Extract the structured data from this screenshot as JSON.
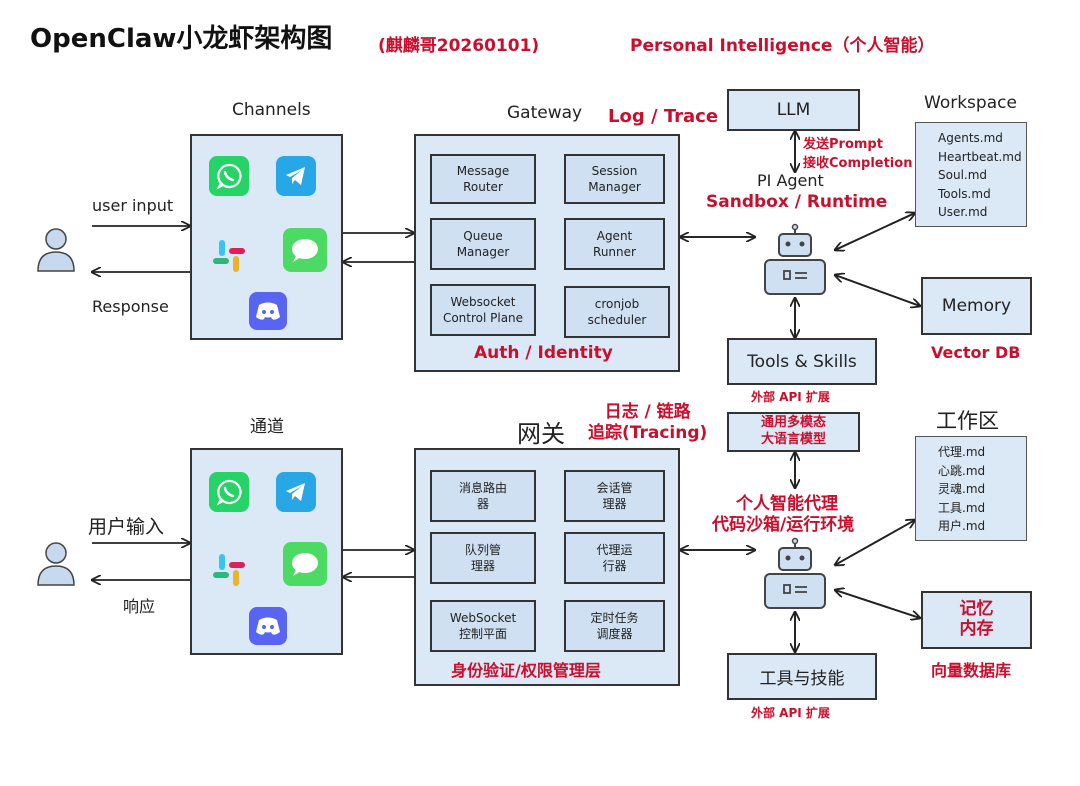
{
  "header": {
    "title": "OpenClaw小龙虾架构图",
    "subtitle": "(麒麟哥20260101)",
    "tagline": "Personal Intelligence（个人智能）"
  },
  "en": {
    "channels_label": "Channels",
    "gateway_label": "Gateway",
    "log_trace": "Log / Trace",
    "user_input": "user input",
    "response": "Response",
    "gw_boxes": [
      "Message\nRouter",
      "Session\nManager",
      "Queue\nManager",
      "Agent\nRunner",
      "Websocket\nControl Plane",
      "cronjob\nscheduler"
    ],
    "auth": "Auth / Identity",
    "llm": "LLM",
    "send_prompt": "发送Prompt",
    "recv_completion": "接收Completion",
    "agent_title": "PI Agent",
    "sandbox": "Sandbox / Runtime",
    "workspace_label": "Workspace",
    "workspace_files": [
      "Agents.md",
      "Heartbeat.md",
      "Soul.md",
      "Tools.md",
      "User.md"
    ],
    "memory": "Memory",
    "vector_db": "Vector DB",
    "tools": "Tools & Skills",
    "ext_api": "外部 API 扩展"
  },
  "zh": {
    "channels_label": "通道",
    "gateway_label": "网关",
    "log_trace": "日志 / 链路\n追踪(Tracing)",
    "user_input": "用户输入",
    "response": "响应",
    "gw_boxes": [
      "消息路由\n器",
      "会话管\n理器",
      "队列管\n理器",
      "代理运\n行器",
      "WebSocket\n控制平面",
      "定时任务\n调度器"
    ],
    "auth": "身份验证/权限管理层",
    "llm": "通用多模态\n大语言模型",
    "agent_title": "个人智能代理",
    "sandbox": "代码沙箱/运行环境",
    "workspace_label": "工作区",
    "workspace_files": [
      "代理.md",
      "心跳.md",
      "灵魂.md",
      "工具.md",
      "用户.md"
    ],
    "memory": "记忆\n内存",
    "vector_db": "向量数据库",
    "tools": "工具与技能",
    "ext_api": "外部 API 扩展"
  },
  "icons": [
    "whatsapp-icon",
    "telegram-icon",
    "slack-icon",
    "imessage-icon",
    "discord-icon",
    "user-icon",
    "robot-icon"
  ],
  "colors": {
    "accent_red": "#c8102e",
    "panel_blue": "#dbe8f6",
    "box_blue": "#cfe0f2"
  }
}
